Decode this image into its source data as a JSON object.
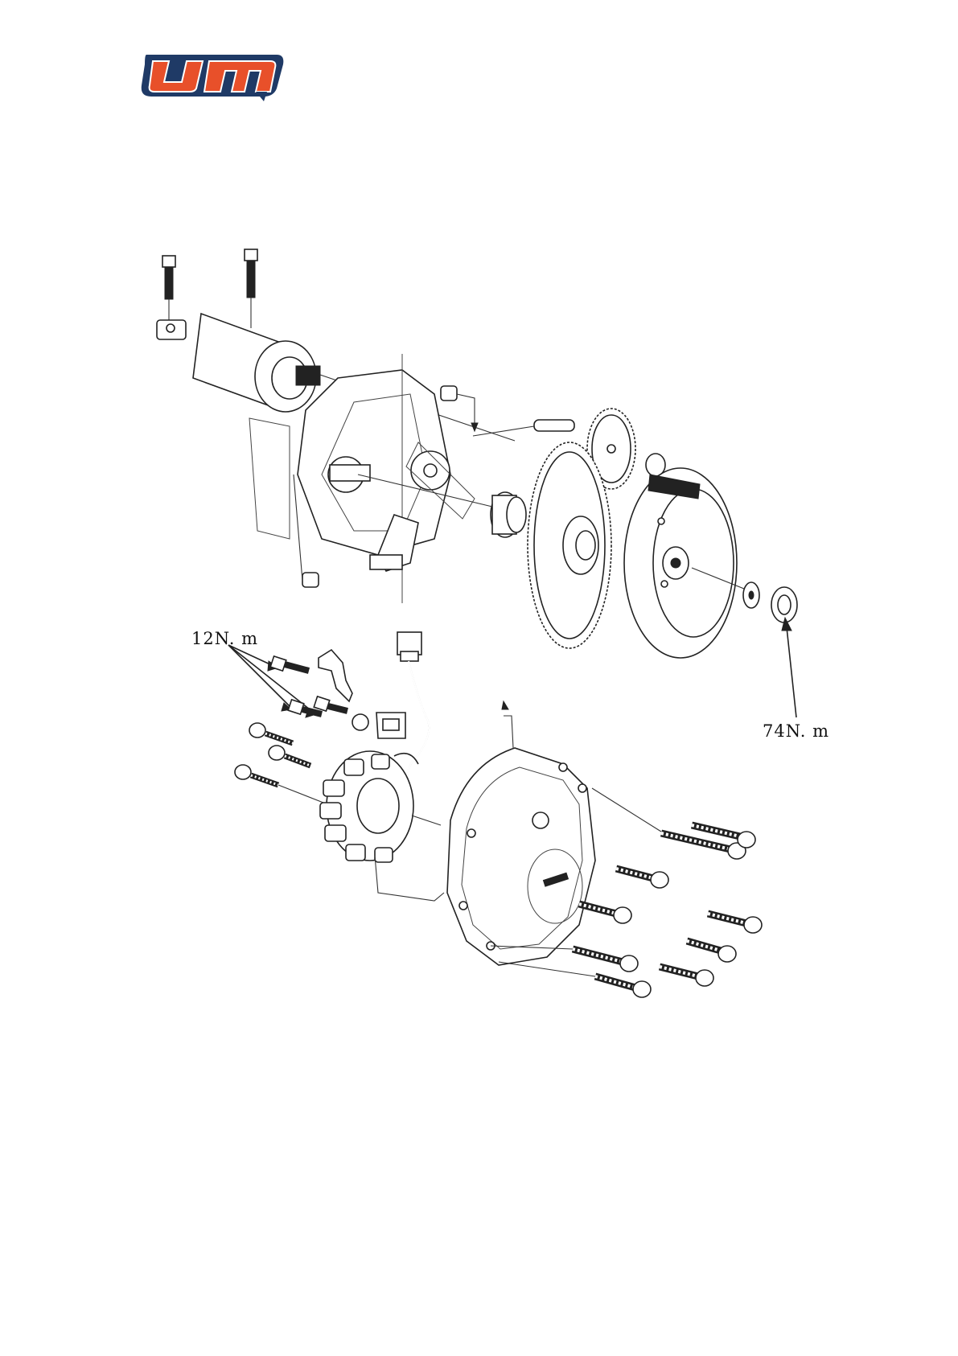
{
  "logo": {
    "text": "UM",
    "colors": {
      "primary": "#e8502a",
      "outline": "#1f3a66"
    }
  },
  "torque_labels": {
    "stator_bolts": "12N. m",
    "flywheel_nut": "74N. m"
  }
}
